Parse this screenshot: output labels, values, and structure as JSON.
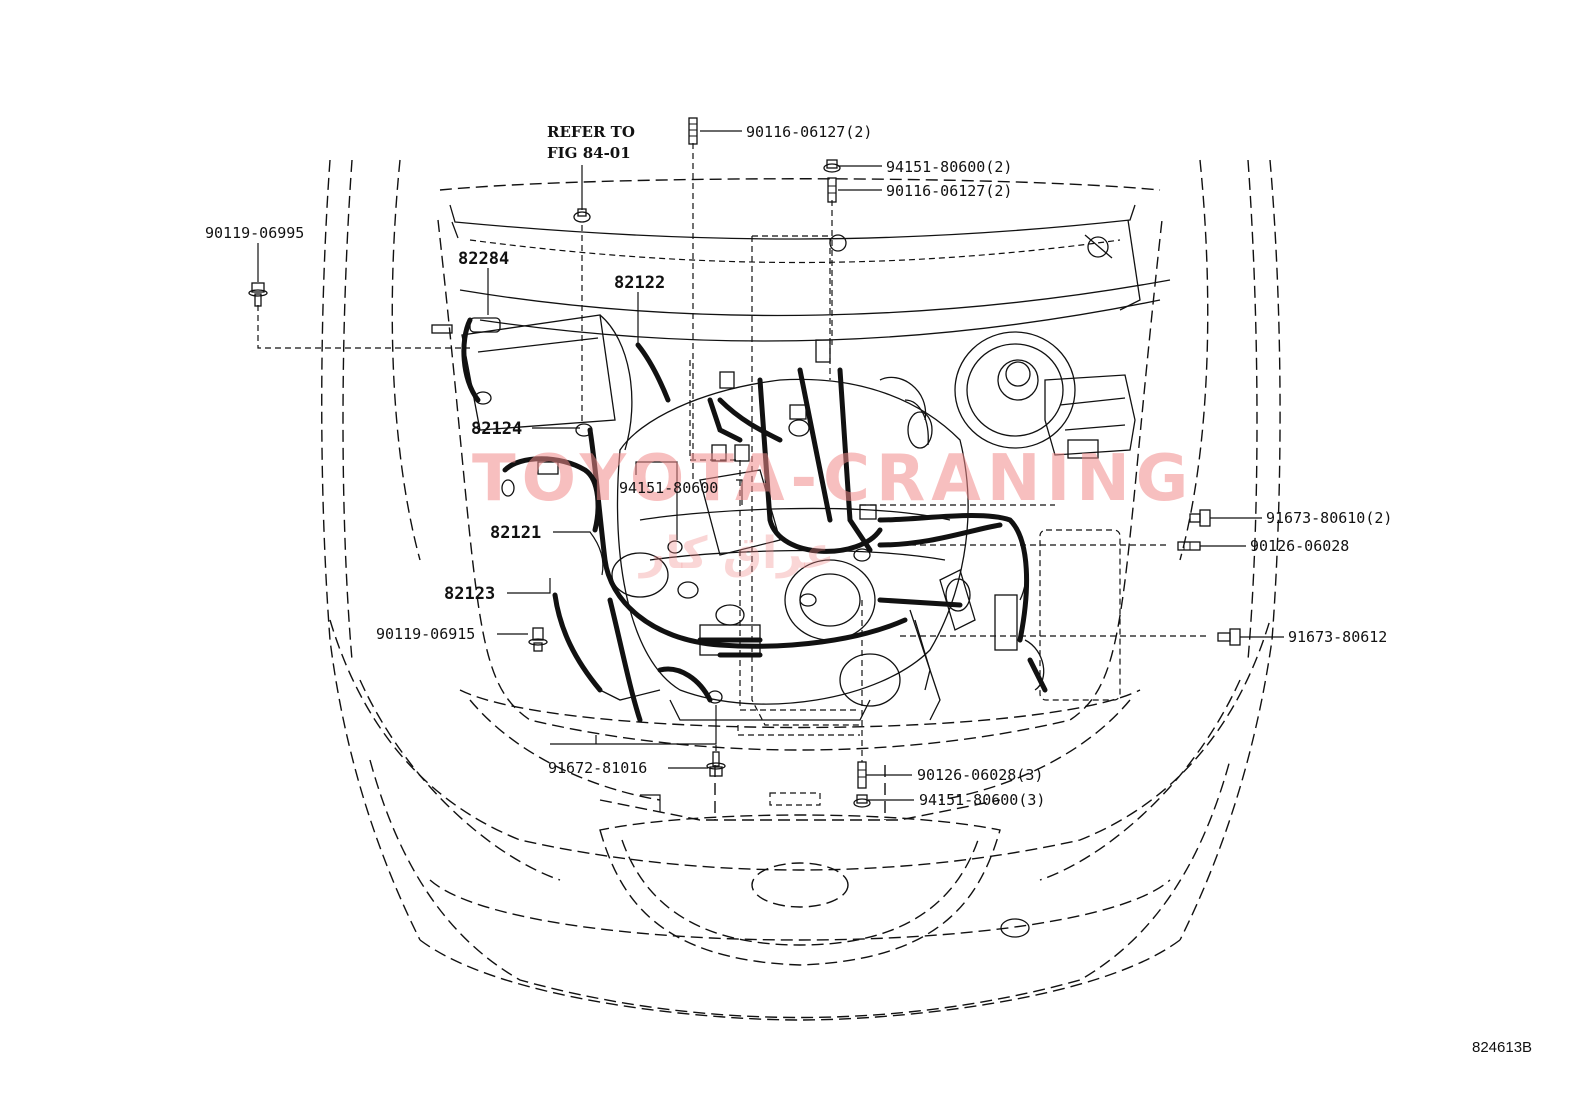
{
  "diagram": {
    "figure_code": "824613B",
    "reference_note": {
      "line1": "REFER TO",
      "line2": "FIG 84-01"
    },
    "watermark": {
      "line1": "TOYOTA-CRANING",
      "line2": "عراق كار"
    },
    "callouts": [
      {
        "id": "90116-06127-top",
        "text": "90116-06127(2)"
      },
      {
        "id": "94151-80600-top",
        "text": "94151-80600(2)"
      },
      {
        "id": "90116-06127-second",
        "text": "90116-06127(2)"
      },
      {
        "id": "90119-06995",
        "text": "90119-06995"
      },
      {
        "id": "82284",
        "text": "82284"
      },
      {
        "id": "82122",
        "text": "82122"
      },
      {
        "id": "82124",
        "text": "82124"
      },
      {
        "id": "94151-80600-mid",
        "text": "94151-80600"
      },
      {
        "id": "82121",
        "text": "82121"
      },
      {
        "id": "91673-80610",
        "text": "91673-80610(2)"
      },
      {
        "id": "90126-06028-right",
        "text": "90126-06028"
      },
      {
        "id": "82123",
        "text": "82123"
      },
      {
        "id": "90119-06915",
        "text": "90119-06915"
      },
      {
        "id": "91673-80612",
        "text": "91673-80612"
      },
      {
        "id": "91672-81016",
        "text": "91672-81016"
      },
      {
        "id": "90126-06028-bottom",
        "text": "90126-06028(3)"
      },
      {
        "id": "94151-80600-bottom",
        "text": "94151-80600(3)"
      }
    ]
  }
}
